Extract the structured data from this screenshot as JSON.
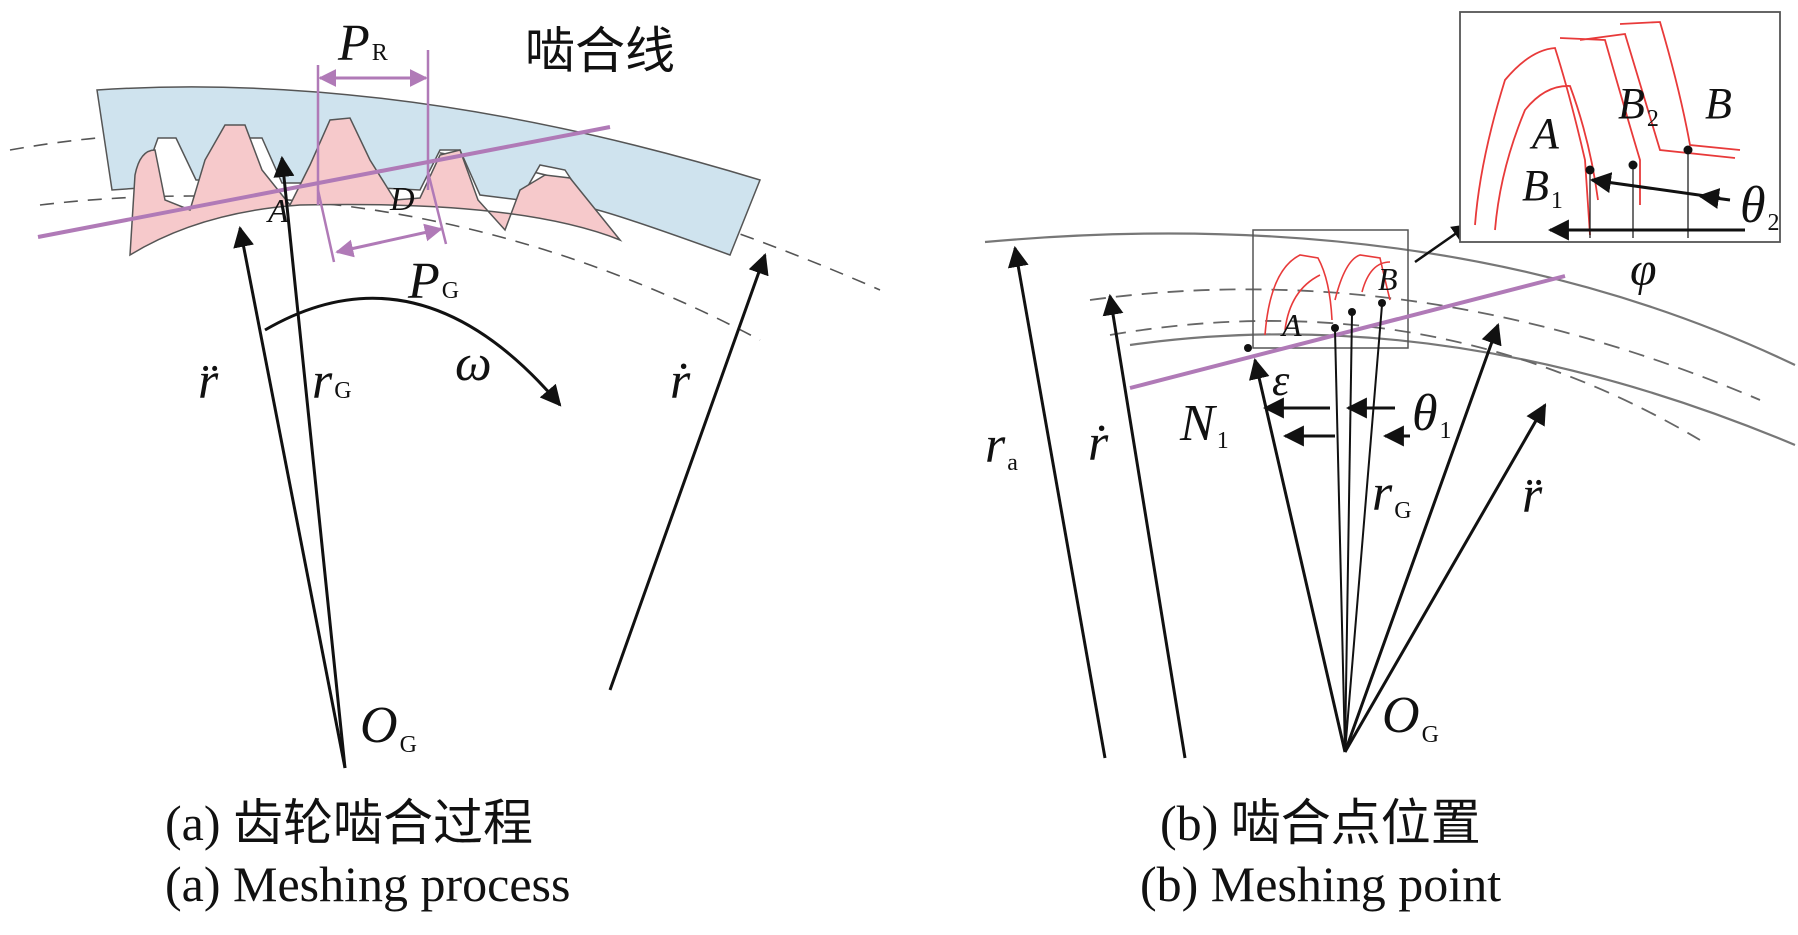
{
  "left_panel": {
    "meshing_line_label": "啮合线",
    "P_R": {
      "main": "P",
      "sub": "R"
    },
    "P_G": {
      "main": "P",
      "sub": "G"
    },
    "point_A": "A",
    "point_D": "D",
    "r_ddot": "r̈",
    "r_G": {
      "main": "r",
      "sub": "G"
    },
    "omega": "ω",
    "r_dot": "ṙ",
    "O_G": {
      "main": "O",
      "sub": "G"
    },
    "caption_cn": "(a)  齿轮啮合过程",
    "caption_en": "(a)  Meshing process"
  },
  "right_panel": {
    "r_a": {
      "main": "r",
      "sub": "a"
    },
    "r_dot": "ṙ",
    "point_A": "A",
    "point_B": "B",
    "N_1": {
      "main": "N",
      "sub": "1"
    },
    "epsilon": "ε",
    "theta_1": {
      "main": "θ",
      "sub": "1"
    },
    "r_G": {
      "main": "r",
      "sub": "G"
    },
    "r_ddot": "r̈",
    "O_G": {
      "main": "O",
      "sub": "G"
    },
    "inset": {
      "A": "A",
      "B1": {
        "main": "B",
        "sub": "1"
      },
      "B2": {
        "main": "B",
        "sub": "2"
      },
      "B": "B",
      "theta_2": {
        "main": "θ",
        "sub": "2"
      },
      "phi": "φ"
    },
    "caption_cn": "(b)  啮合点位置",
    "caption_en": "(b)  Meshing point"
  },
  "colors": {
    "ring_gear_fill": "#cfe3ee",
    "gear_fill": "#f6c9cb",
    "meshing_line": "#b07ab7",
    "profile_red": "#e83a3a",
    "arrow": "#111111",
    "dashed": "#555555"
  }
}
